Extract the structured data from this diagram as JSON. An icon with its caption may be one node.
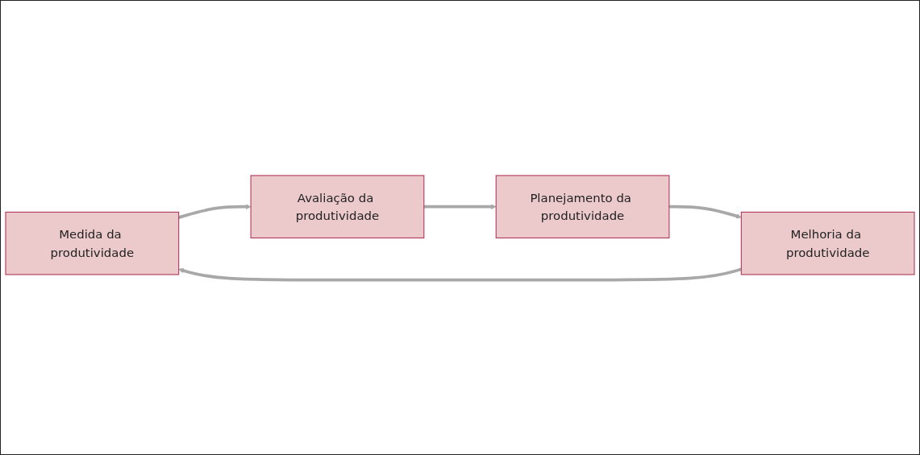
{
  "diagram": {
    "nodes": [
      {
        "text": [
          "Medida da produtividade"
        ]
      },
      {
        "text": [
          "Melhoria da produtividade"
        ]
      },
      {
        "text": [
          "Avaliação da produtividade"
        ]
      },
      {
        "text": [
          "Planejamento da produtividade"
        ]
      }
    ],
    "edges": [
      {
        "from": 1,
        "to": 0,
        "arrow": "to"
      },
      {
        "from": 0,
        "to": 2,
        "arrow": "to"
      },
      {
        "from": 2,
        "to": 3,
        "arrow": "to"
      },
      {
        "from": 3,
        "to": 1,
        "arrow": "to"
      }
    ]
  }
}
